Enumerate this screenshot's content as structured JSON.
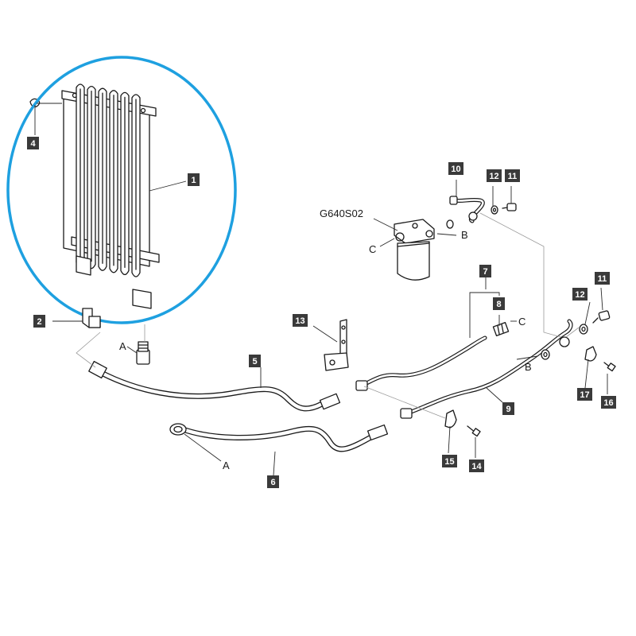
{
  "highlight": {
    "color": "#1ea0e0"
  },
  "callouts": [
    {
      "id": "1",
      "label": "1"
    },
    {
      "id": "2",
      "label": "2"
    },
    {
      "id": "4",
      "label": "4"
    },
    {
      "id": "5",
      "label": "5"
    },
    {
      "id": "6",
      "label": "6"
    },
    {
      "id": "7",
      "label": "7"
    },
    {
      "id": "8",
      "label": "8"
    },
    {
      "id": "9",
      "label": "9"
    },
    {
      "id": "10",
      "label": "10"
    },
    {
      "id": "11a",
      "label": "11"
    },
    {
      "id": "11b",
      "label": "11"
    },
    {
      "id": "12a",
      "label": "12"
    },
    {
      "id": "12b",
      "label": "12"
    },
    {
      "id": "13",
      "label": "13"
    },
    {
      "id": "14",
      "label": "14"
    },
    {
      "id": "15",
      "label": "15"
    },
    {
      "id": "16",
      "label": "16"
    },
    {
      "id": "17",
      "label": "17"
    }
  ],
  "connection_letters": {
    "a1": "A",
    "a2": "A",
    "b1": "B",
    "b2": "B",
    "c1": "C",
    "c2": "C"
  },
  "filter_code": "G640S02"
}
